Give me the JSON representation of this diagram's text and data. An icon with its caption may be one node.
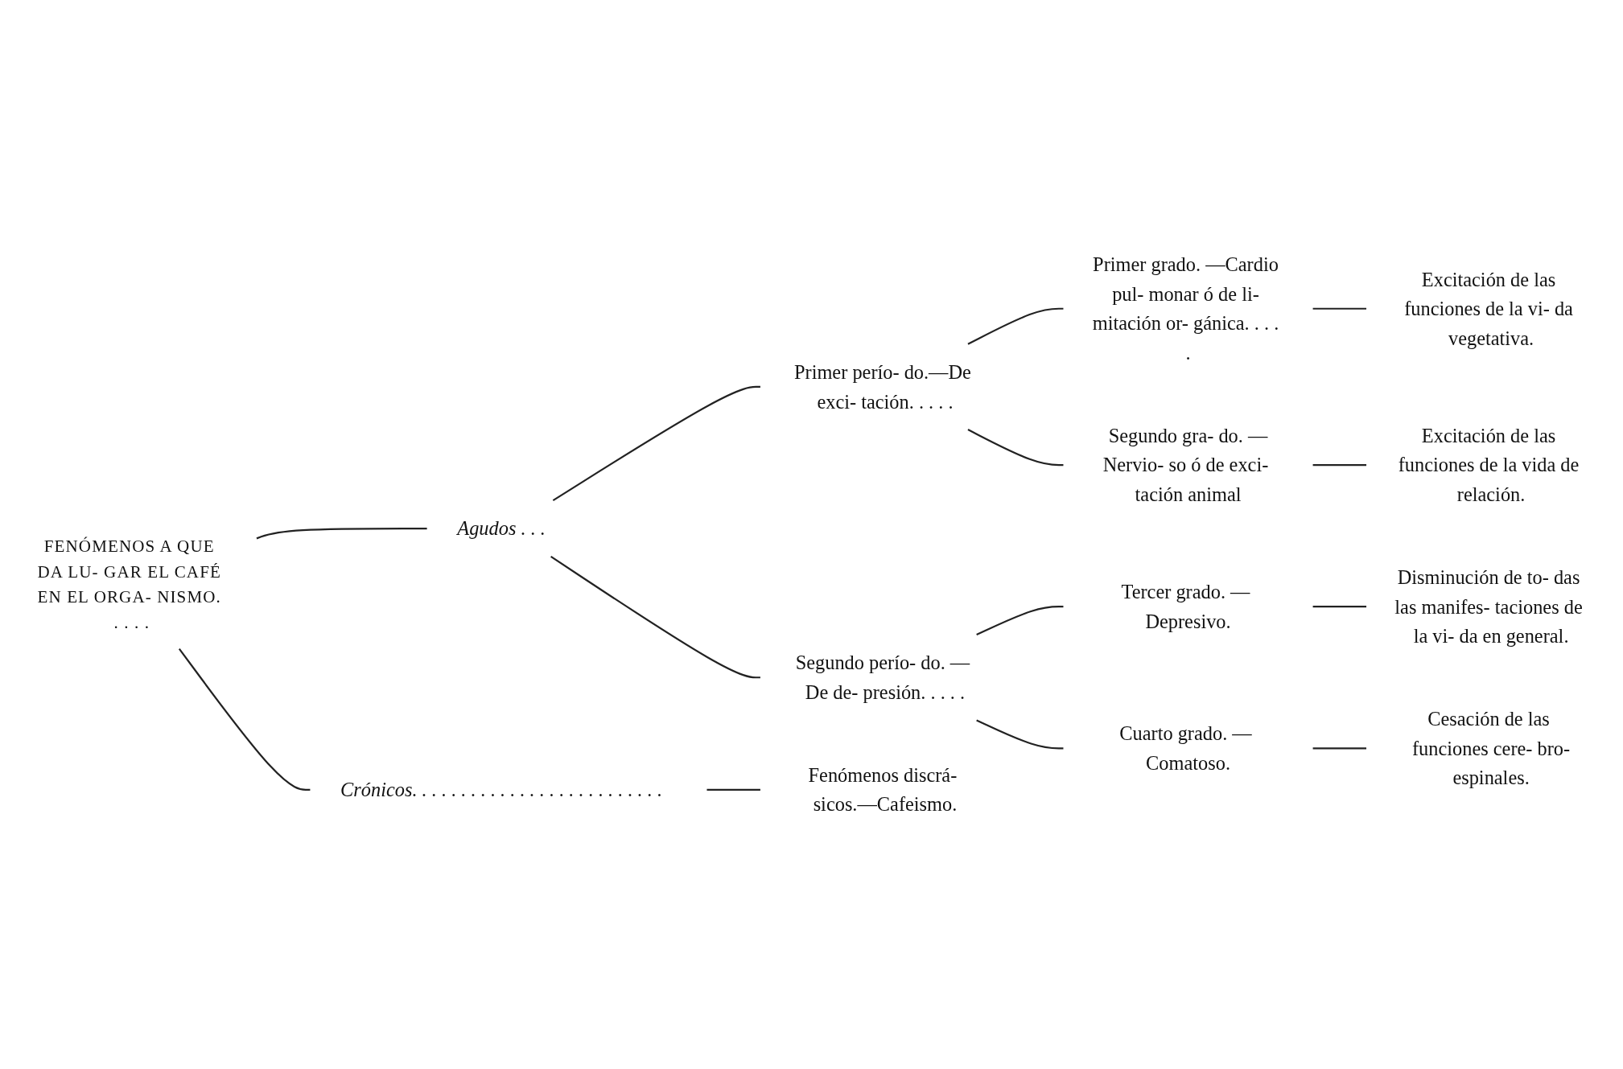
{
  "diagram": {
    "nodes": [
      {
        "text": [
          "FENÓMENOS A QUE DA LU- GAR EL CAFÉ EN EL ORGA- NISMO. . . . ."
        ]
      },
      {
        "text": [
          "Agudos . . ."
        ]
      },
      {
        "text": [
          "Primer perío- do.—De exci- tación. . . . ."
        ]
      },
      {
        "text": [
          "Primer grado. —Cardio pul- monar ó de li- mitación or- gánica. . . . ."
        ]
      },
      {
        "text": [
          "Excitación de las funciones de la vi- da vegetativa."
        ]
      },
      {
        "text": [
          "Segundo gra- do. —Nervio- so ó de exci- tación animal"
        ]
      },
      {
        "text": [
          "Excitación de las funciones de la vida de relación."
        ]
      },
      {
        "text": [
          "Segundo perío- do. — De de- presión. . . . ."
        ]
      },
      {
        "text": [
          "Tercer grado. — Depresivo."
        ]
      },
      {
        "text": [
          "Disminución de to- das las manifes- taciones de la vi- da en general."
        ]
      },
      {
        "text": [
          "Cuarto grado. — Comatoso."
        ]
      },
      {
        "text": [
          "Cesación de las funciones cere- bro-espinales."
        ]
      },
      {
        "text": [
          "Crónicos. . . . . . . . . . . . . . . . . . . . . . . . . ."
        ]
      },
      {
        "text": [
          "Fenómenos discrá- sicos.—Cafeismo."
        ]
      }
    ],
    "edges": [
      {
        "from": 0,
        "to": 1,
        "arrow": "none"
      },
      {
        "from": 0,
        "to": 12,
        "arrow": "none"
      },
      {
        "from": 1,
        "to": 2,
        "arrow": "none"
      },
      {
        "from": 1,
        "to": 7,
        "arrow": "none"
      },
      {
        "from": 2,
        "to": 3,
        "arrow": "none"
      },
      {
        "from": 2,
        "to": 5,
        "arrow": "none"
      },
      {
        "from": 3,
        "to": 4,
        "arrow": "none"
      },
      {
        "from": 5,
        "to": 6,
        "arrow": "none"
      },
      {
        "from": 7,
        "to": 8,
        "arrow": "none"
      },
      {
        "from": 7,
        "to": 10,
        "arrow": "none"
      },
      {
        "from": 8,
        "to": 9,
        "arrow": "none"
      },
      {
        "from": 10,
        "to": 11,
        "arrow": "none"
      },
      {
        "from": 12,
        "to": 13,
        "arrow": "none"
      }
    ]
  }
}
